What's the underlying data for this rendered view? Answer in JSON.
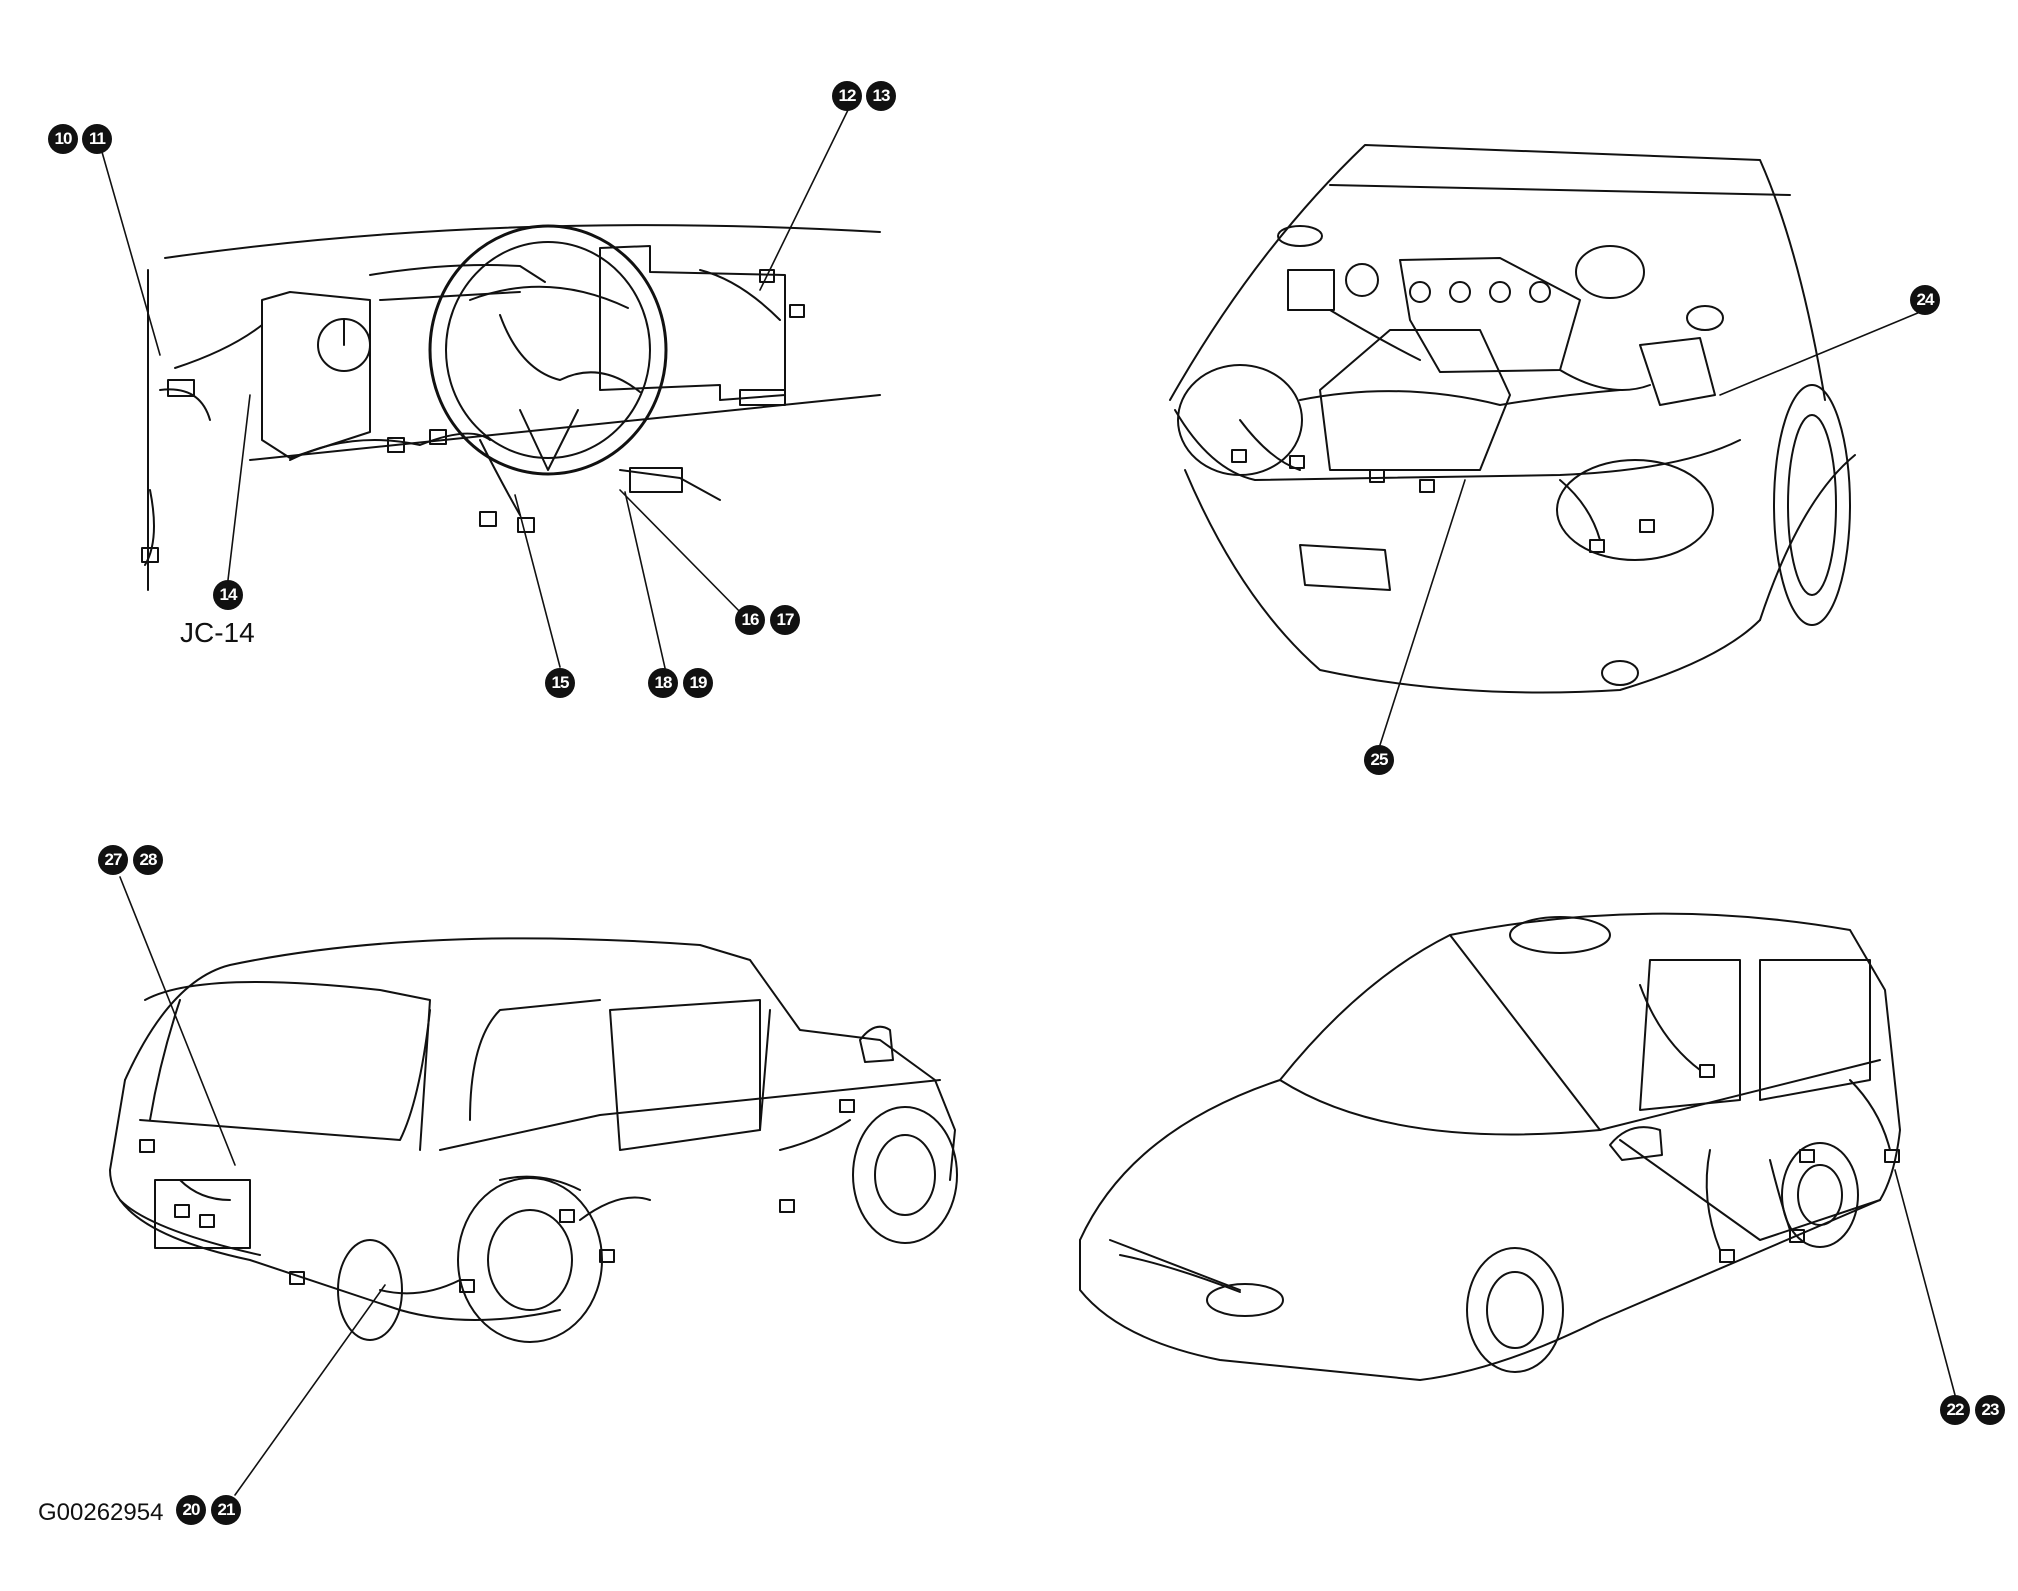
{
  "callouts": {
    "c10": "10",
    "c11": "11",
    "c12": "12",
    "c13": "13",
    "c14": "14",
    "c15": "15",
    "c16": "16",
    "c17": "17",
    "c18": "18",
    "c19": "19",
    "c20": "20",
    "c21": "21",
    "c22": "22",
    "c23": "23",
    "c24": "24",
    "c25": "25",
    "c27": "27",
    "c28": "28"
  },
  "labels": {
    "junction": "JC-14",
    "figure_id": "G00262954"
  },
  "colors": {
    "ink": "#111111",
    "paper": "#ffffff"
  }
}
